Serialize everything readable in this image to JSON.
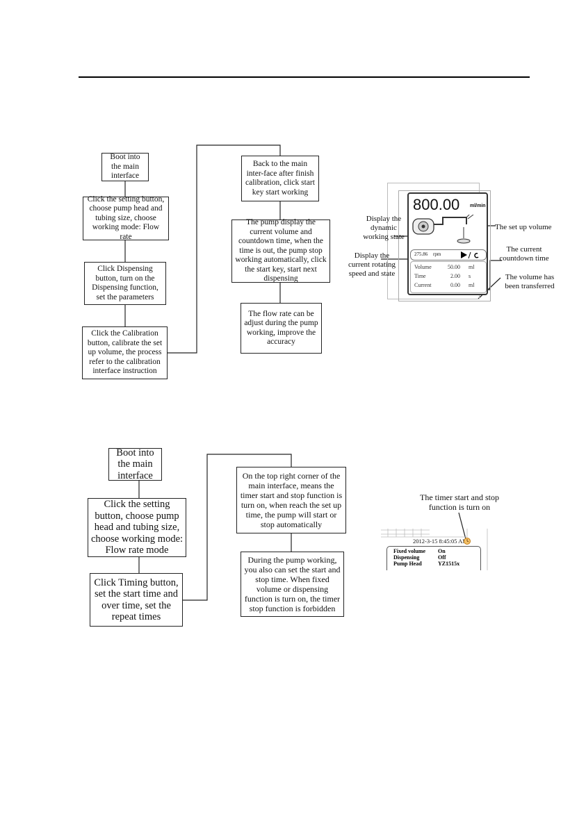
{
  "flow1": {
    "boot": "Boot into the main interface",
    "setting": "Click the setting button, choose pump head and tubing size, choose working mode: Flow rate",
    "dispensing": "Click Dispensing button, turn on the Dispensing function, set the parameters",
    "calibration": "Click the Calibration button, calibrate the set up volume, the process refer to the calibration interface instruction",
    "back": "Back to the main inter-face after finish calibration, click start key start working",
    "pump_display": "The pump display the current volume and countdown time, when the time is out, the pump stop working automatically, click the start key, start next dispensing",
    "flow_adjust": "The flow rate can be adjust during the pump working, improve the accuracy"
  },
  "screen1": {
    "flow_value": "800.00",
    "flow_unit": "ml/min",
    "rpm_value": "275.86",
    "rpm_unit": "rpm",
    "rows": [
      {
        "label": "Volume",
        "value": "50.00",
        "unit": "ml"
      },
      {
        "label": "Time",
        "value": "2.00",
        "unit": "s"
      },
      {
        "label": "Current",
        "value": "0.00",
        "unit": "ml"
      }
    ],
    "annotations": {
      "dynamic": "Display the dynamic working state",
      "speed": "Display the current rotating speed and state",
      "setup_volume": "The set up volume",
      "countdown": "The current countdown time",
      "transferred": "The volume has been transferred"
    }
  },
  "flow2": {
    "boot": "Boot into the main interface",
    "setting": "Click the setting button, choose pump head and tubing size, choose working mode: Flow rate mode",
    "timing": "Click Timing button, set the start time and over time, set the repeat times",
    "corner": "On the top right corner of the main interface, means the timer start and stop function is turn on, when reach the set up time, the pump will start or stop automatically",
    "during": "During the pump working, you also can set the start and stop time. When fixed volume or dispensing function is turn on, the timer stop function is forbidden"
  },
  "screen2": {
    "annotation": "The timer start and stop function is turn on",
    "datetime": "2012-3-15 8:45:05 AM",
    "rows": [
      {
        "label": "Fixed volume",
        "value": "On"
      },
      {
        "label": "Dispensing",
        "value": "Off"
      },
      {
        "label": "Pump Head",
        "value": "YZ1515x"
      }
    ]
  }
}
